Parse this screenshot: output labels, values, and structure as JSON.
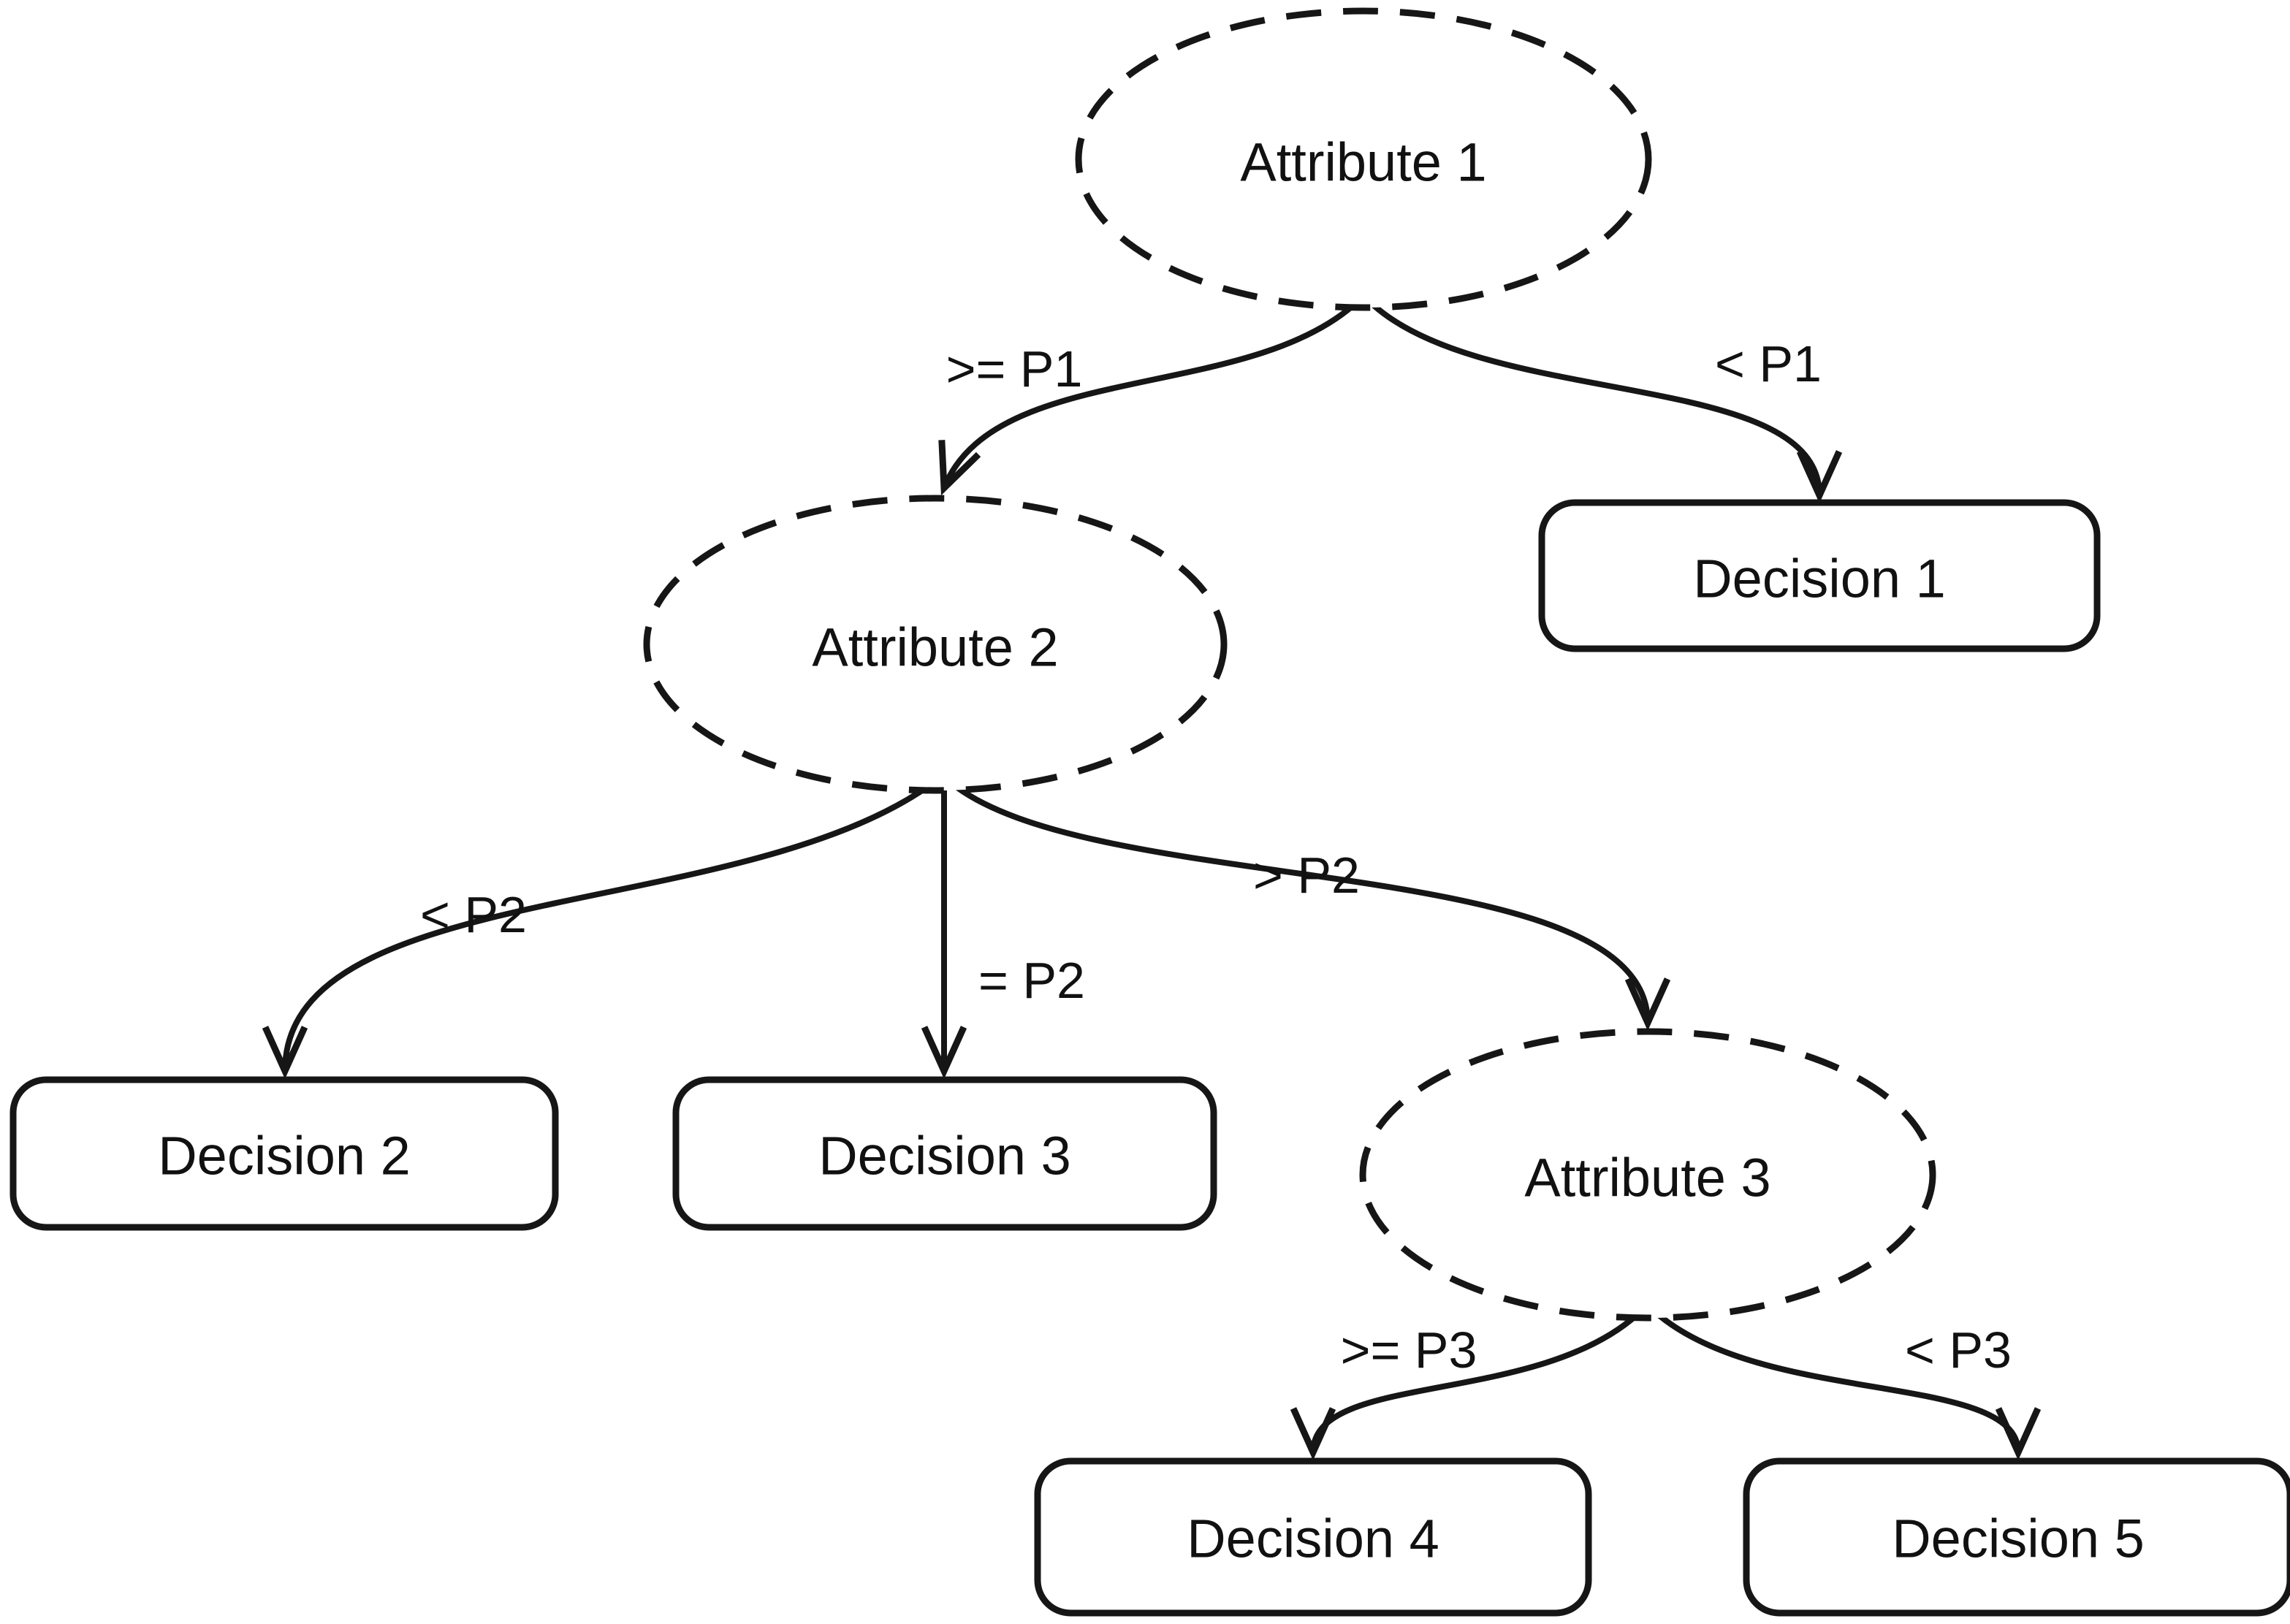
{
  "figure": {
    "type": "decision-tree-diagram",
    "background": "#ffffff",
    "stroke_color": "#161616",
    "text_color": "#111111",
    "nodes": [
      {
        "id": "attribute-1",
        "kind": "attribute",
        "shape": "dashed-ellipse",
        "label": "Attribute 1"
      },
      {
        "id": "attribute-2",
        "kind": "attribute",
        "shape": "dashed-ellipse",
        "label": "Attribute 2"
      },
      {
        "id": "attribute-3",
        "kind": "attribute",
        "shape": "dashed-ellipse",
        "label": "Attribute 3"
      },
      {
        "id": "decision-1",
        "kind": "decision",
        "shape": "rounded-rectangle",
        "label": "Decision 1"
      },
      {
        "id": "decision-2",
        "kind": "decision",
        "shape": "rounded-rectangle",
        "label": "Decision 2"
      },
      {
        "id": "decision-3",
        "kind": "decision",
        "shape": "rounded-rectangle",
        "label": "Decision 3"
      },
      {
        "id": "decision-4",
        "kind": "decision",
        "shape": "rounded-rectangle",
        "label": "Decision 4"
      },
      {
        "id": "decision-5",
        "kind": "decision",
        "shape": "rounded-rectangle",
        "label": "Decision 5"
      }
    ],
    "edges": [
      {
        "from": "attribute-1",
        "to": "attribute-2",
        "label": ">= P1"
      },
      {
        "from": "attribute-1",
        "to": "decision-1",
        "label": "< P1"
      },
      {
        "from": "attribute-2",
        "to": "decision-2",
        "label": "< P2"
      },
      {
        "from": "attribute-2",
        "to": "decision-3",
        "label": "= P2"
      },
      {
        "from": "attribute-2",
        "to": "attribute-3",
        "label": "> P2"
      },
      {
        "from": "attribute-3",
        "to": "decision-4",
        "label": ">= P3"
      },
      {
        "from": "attribute-3",
        "to": "decision-5",
        "label": "< P3"
      }
    ]
  }
}
